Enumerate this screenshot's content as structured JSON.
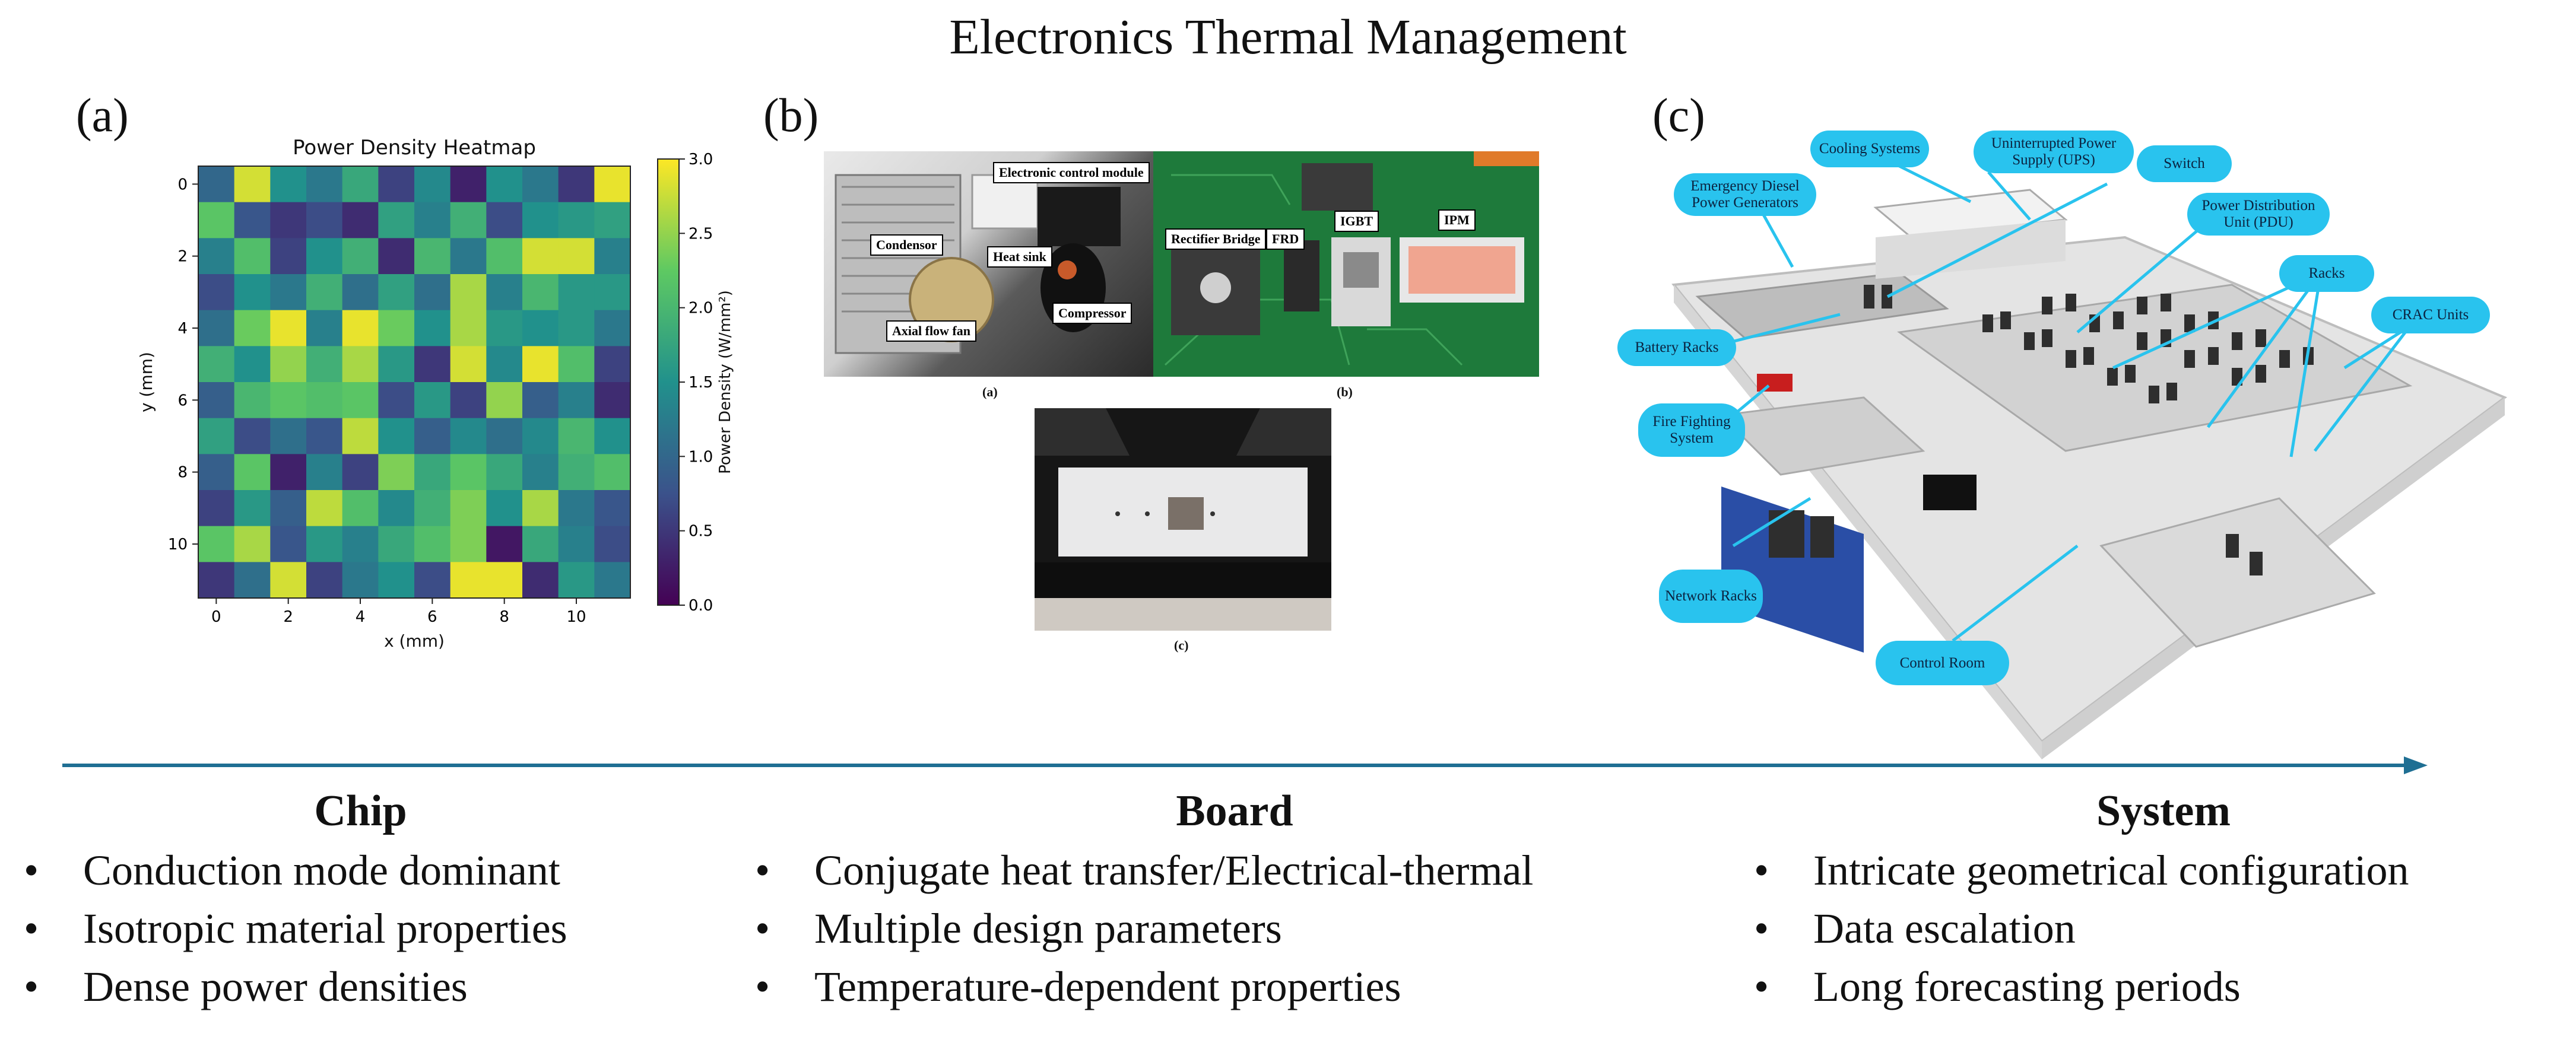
{
  "title": "Electronics Thermal Management",
  "panels": {
    "a": {
      "label": "(a)",
      "chart_data": {
        "type": "heatmap",
        "title": "Power Density Heatmap",
        "xlabel": "x (mm)",
        "ylabel": "y (mm)",
        "x_ticks": [
          "0",
          "2",
          "4",
          "6",
          "8",
          "10"
        ],
        "y_ticks": [
          "0",
          "2",
          "4",
          "6",
          "8",
          "10"
        ],
        "colorbar_label": "Power Density (W/mm²)",
        "colorbar_ticks": [
          "0.0",
          "0.5",
          "1.0",
          "1.5",
          "2.0",
          "2.5",
          "3.0"
        ],
        "vmin": 0,
        "vmax": 3,
        "colormap": "viridis",
        "values": [
          [
            1.0,
            2.8,
            1.5,
            1.2,
            1.8,
            0.6,
            1.4,
            0.3,
            1.5,
            1.2,
            0.5,
            2.9
          ],
          [
            2.2,
            0.8,
            0.5,
            0.7,
            0.4,
            1.7,
            1.3,
            1.9,
            0.7,
            1.5,
            1.6,
            1.7
          ],
          [
            1.3,
            2.1,
            0.6,
            1.5,
            1.9,
            0.4,
            2.0,
            1.2,
            2.1,
            2.8,
            2.8,
            1.3
          ],
          [
            0.7,
            1.5,
            1.2,
            1.9,
            1.1,
            1.7,
            1.1,
            2.6,
            1.3,
            2.0,
            1.6,
            1.6
          ],
          [
            1.1,
            2.3,
            2.9,
            1.3,
            2.9,
            2.3,
            1.5,
            2.6,
            1.6,
            1.5,
            1.6,
            1.2
          ],
          [
            1.9,
            1.5,
            2.5,
            1.9,
            2.6,
            1.6,
            0.5,
            2.8,
            1.4,
            2.9,
            2.1,
            0.6
          ],
          [
            0.9,
            2.0,
            2.2,
            2.1,
            2.2,
            0.7,
            1.6,
            0.6,
            2.5,
            0.9,
            1.3,
            0.4
          ],
          [
            1.7,
            0.7,
            1.1,
            0.8,
            2.7,
            1.5,
            0.9,
            1.4,
            1.1,
            1.4,
            2.0,
            1.5
          ],
          [
            0.9,
            2.2,
            0.3,
            1.3,
            0.6,
            2.4,
            1.8,
            2.2,
            1.8,
            1.3,
            1.9,
            2.1
          ],
          [
            0.6,
            1.6,
            0.9,
            2.7,
            2.1,
            1.4,
            1.9,
            2.4,
            1.5,
            2.6,
            1.2,
            0.8
          ],
          [
            2.2,
            2.6,
            0.8,
            1.6,
            1.3,
            1.8,
            2.1,
            2.4,
            0.2,
            1.8,
            1.3,
            0.7
          ],
          [
            0.5,
            1.1,
            2.8,
            0.6,
            1.2,
            1.5,
            0.7,
            2.9,
            2.9,
            0.4,
            1.6,
            1.2
          ]
        ]
      }
    },
    "b": {
      "label": "(b)",
      "photo1_labels": [
        "Electronic control module",
        "Condensor",
        "Heat sink",
        "Compressor",
        "Axial flow fan"
      ],
      "photo1_caption": "(a)",
      "photo2_labels": [
        "Rectifier Bridge",
        "FRD",
        "IGBT",
        "IPM"
      ],
      "photo2_caption": "(b)",
      "photo3_caption": "(c)"
    },
    "c": {
      "label": "(c)",
      "callouts": [
        "Cooling Systems",
        "Uninterrupted Power Supply (UPS)",
        "Emergency Diesel Power Generators",
        "Switch",
        "Power Distribution Unit (PDU)",
        "Racks",
        "CRAC Units",
        "Battery Racks",
        "Fire Fighting System",
        "Network Racks",
        "Control Room"
      ]
    }
  },
  "columns": [
    {
      "heading": "Chip",
      "bullets": [
        "Conduction mode dominant",
        "Isotropic material properties",
        "Dense power densities"
      ]
    },
    {
      "heading": "Board",
      "bullets": [
        "Conjugate heat transfer/Electrical-thermal",
        "Multiple design parameters",
        "Temperature-dependent properties"
      ]
    },
    {
      "heading": "System",
      "bullets": [
        "Intricate geometrical configuration",
        "Data escalation",
        "Long forecasting periods"
      ]
    }
  ],
  "bullet_symbol": "•",
  "colors": {
    "arrow": "#1f6f93",
    "callout": "#29c3ee"
  }
}
